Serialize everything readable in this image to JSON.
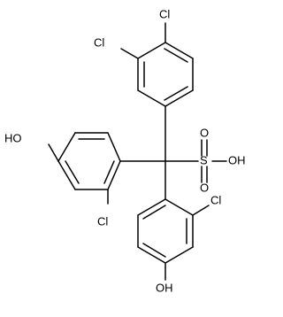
{
  "molecule": {
    "labels": {
      "cl_top": "Cl",
      "cl_left": "Cl",
      "oh_left": "HO",
      "cl_lower_left": "Cl",
      "cl_lower_right": "Cl",
      "s": "S",
      "o_upper": "O",
      "o_lower": "O",
      "oh_sulfonic": "OH",
      "oh_bottom": "OH"
    }
  }
}
